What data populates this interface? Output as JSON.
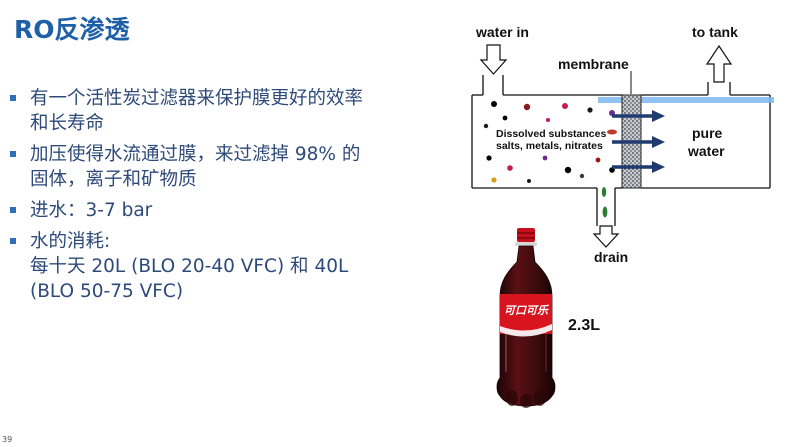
{
  "slide": {
    "title": "RO反渗透",
    "page_number": "39"
  },
  "bullets": [
    {
      "lines": [
        "有一个活性炭过滤器来保护膜更好的效率",
        "和长寿命"
      ]
    },
    {
      "lines": [
        "加压使得水流通过膜，来过滤掉 98% 的",
        "固体，离子和矿物质"
      ]
    },
    {
      "lines": [
        "进水：3-7 bar"
      ]
    },
    {
      "lines": [
        "水的消耗:",
        "每十天 20L (BLO 20-40 VFC) 和 40L",
        "(BLO 50-75 VFC)"
      ]
    }
  ],
  "diagram": {
    "water_in": "water in",
    "to_tank": "to tank",
    "membrane": "membrane",
    "dissolved_line1": "Dissolved substances",
    "dissolved_line2": "salts, metals, nitrates",
    "pure_line1": "pure",
    "pure_line2": "water",
    "drain": "drain"
  },
  "bottle": {
    "volume": "2.3L",
    "brand_text": "可口可乐",
    "colors": {
      "liquid": "#3a0a0c",
      "label": "#d8141f",
      "cap": "#c8101c"
    }
  },
  "colors": {
    "title": "#1f5fa8",
    "body_text": "#2e4a7a",
    "bullet": "#2e6fba",
    "water_line": "#7db8f0"
  }
}
